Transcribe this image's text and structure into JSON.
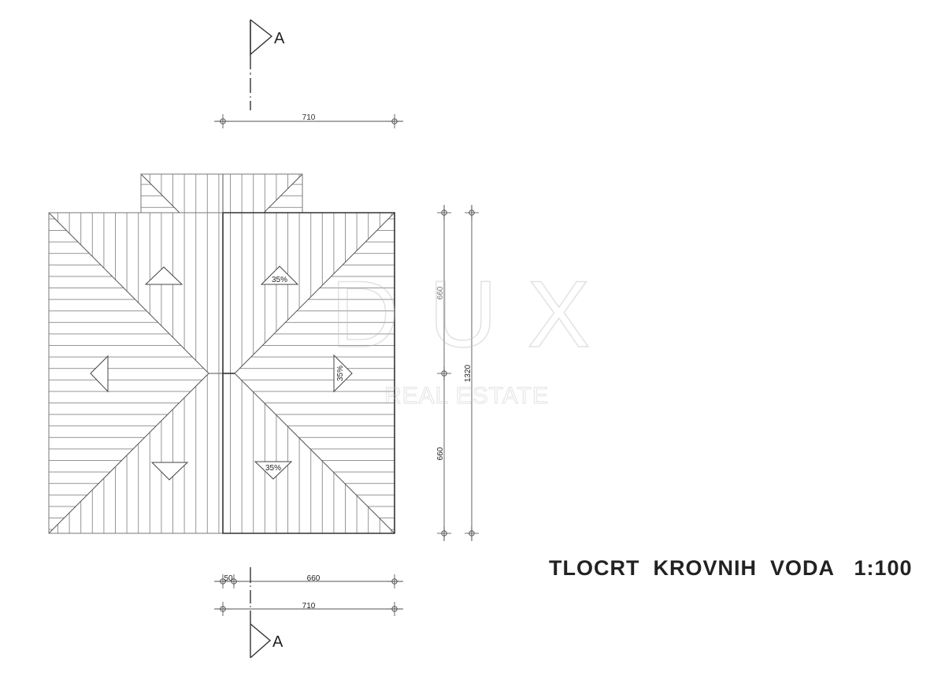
{
  "drawing": {
    "title": "TLOCRT  KROVNIH  VODA   1:100",
    "scale": "1:100",
    "watermark": {
      "brand": "DUX",
      "tagline": "REAL ESTATE"
    },
    "section_marks": {
      "top": "A",
      "bottom": "A"
    },
    "slope_labels": {
      "north": "35%",
      "east": "35%",
      "south": "35%"
    },
    "dimensions": {
      "top_width": "710",
      "right_upper": "660",
      "right_lower": "660",
      "right_total": "1320",
      "bottom_overhang": "50",
      "bottom_inner": "660",
      "bottom_total": "710"
    },
    "colors": {
      "line": "#333333",
      "hatch": "#8a8a8a",
      "background": "#ffffff"
    }
  }
}
